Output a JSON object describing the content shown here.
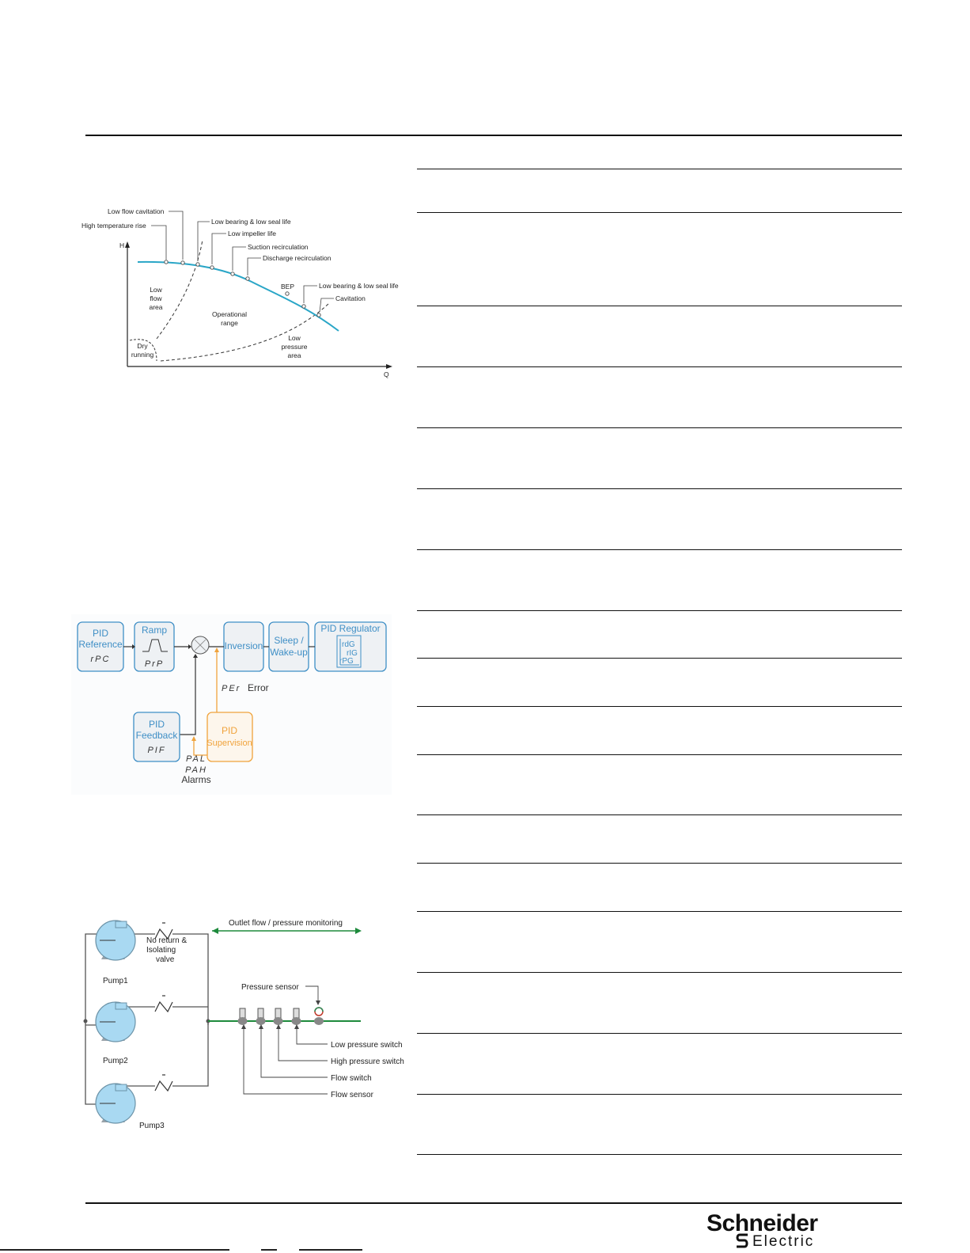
{
  "pump_curve": {
    "axis_h": "H",
    "axis_q": "Q",
    "labels": {
      "low_flow_cavitation": "Low flow cavitation",
      "high_temperature_rise": "High temperature rise",
      "low_bearing_low_seal_life_1": "Low bearing & low seal life",
      "low_impeller_life": "Low impeller life",
      "suction_recirculation": "Suction recirculation",
      "discharge_recirculation": "Discharge recirculation",
      "bep": "BEP",
      "low_bearing_low_seal_life_2": "Low bearing & low seal life",
      "cavitation": "Cavitation",
      "low_flow_area_1": "Low",
      "low_flow_area_2": "flow",
      "low_flow_area_3": "area",
      "operational_range_1": "Operational",
      "operational_range_2": "range",
      "dry_running_1": "Dry",
      "dry_running_2": "running",
      "low_pressure_area_1": "Low",
      "low_pressure_area_2": "pressure",
      "low_pressure_area_3": "area"
    }
  },
  "pid_diagram": {
    "pid_reference": {
      "line1": "PID",
      "line2": "Reference",
      "code": "rPC"
    },
    "ramp": {
      "label": "Ramp",
      "code": "PrP"
    },
    "inversion": "Inversion",
    "sleep_1": "Sleep /",
    "sleep_2": "Wake-up",
    "pid_regulator": "PID Regulator",
    "regulator_params": {
      "rdg": "rdG",
      "rig": "rIG",
      "rpg": "rPG"
    },
    "error_code": "PEr",
    "error_label": "Error",
    "pid_feedback": {
      "line1": "PID",
      "line2": "Feedback",
      "code": "PIF"
    },
    "pid_supervision": {
      "line1": "PID",
      "line2": "Supervision"
    },
    "alarm_codes": [
      "PAL",
      "PAH"
    ],
    "alarms_label": "Alarms",
    "colors": {
      "blue": "#3f8fc6",
      "orange": "#f0a33c",
      "box_fill": "#eef1f4"
    }
  },
  "pump_system": {
    "outlet_monitoring": "Outlet flow / pressure monitoring",
    "valve_1": "No return &",
    "valve_2": "Isolating",
    "valve_3": "valve",
    "pumps": [
      "Pump1",
      "Pump2",
      "Pump3"
    ],
    "pressure_sensor": "Pressure sensor",
    "low_pressure_switch": "Low pressure switch",
    "high_pressure_switch": "High pressure switch",
    "flow_switch": "Flow switch",
    "flow_sensor": "Flow sensor",
    "colors": {
      "pump": "#a9d9f2",
      "pipe_green": "#1e8a3c"
    }
  },
  "logo": {
    "line1": "Schneider",
    "line2": "Electric"
  }
}
